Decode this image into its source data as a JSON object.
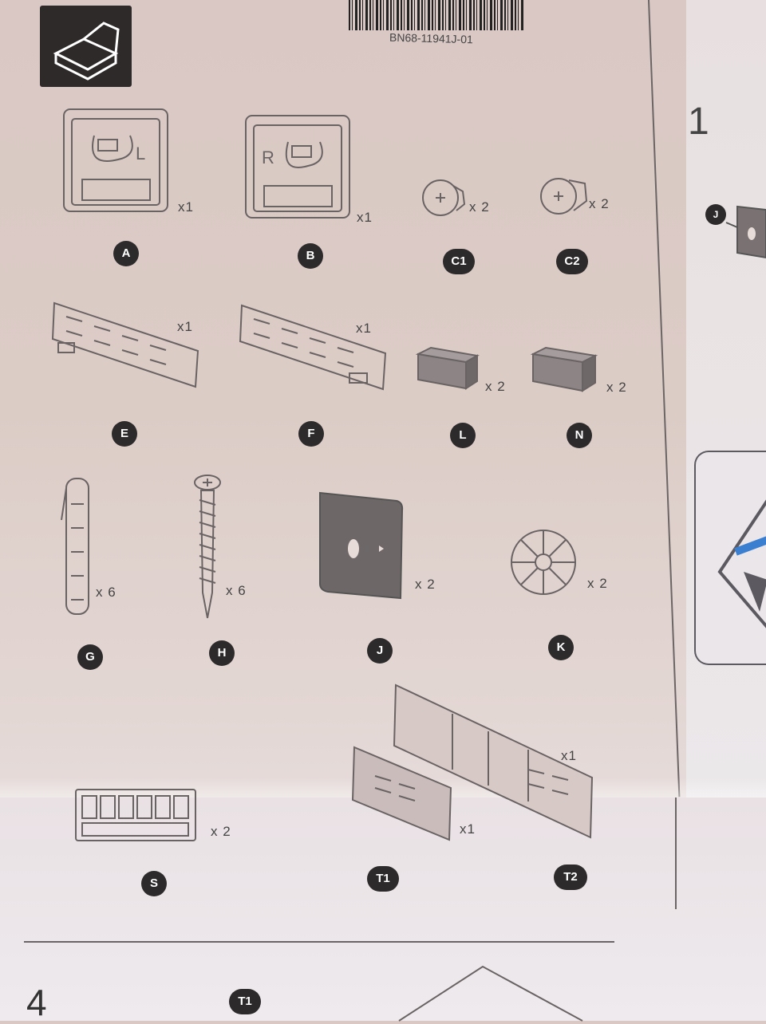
{
  "header": {
    "part_code": "BN68-11941J-01"
  },
  "parts": [
    {
      "id": "A",
      "qty": "x1"
    },
    {
      "id": "B",
      "qty": "x1"
    },
    {
      "id": "C1",
      "qty": "x 2"
    },
    {
      "id": "C2",
      "qty": "x 2"
    },
    {
      "id": "E",
      "qty": "x1"
    },
    {
      "id": "F",
      "qty": "x1"
    },
    {
      "id": "L",
      "qty": "x 2"
    },
    {
      "id": "N",
      "qty": "x 2"
    },
    {
      "id": "G",
      "qty": "x 6"
    },
    {
      "id": "H",
      "qty": "x 6"
    },
    {
      "id": "J",
      "qty": "x 2"
    },
    {
      "id": "K",
      "qty": "x 2"
    },
    {
      "id": "S",
      "qty": "x 2"
    },
    {
      "id": "T1",
      "qty": "x1"
    },
    {
      "id": "T2",
      "qty": "x1"
    }
  ],
  "bracket_marks": {
    "left": "L",
    "right": "R"
  },
  "next_page": {
    "step_number": "4",
    "label": "T1"
  },
  "side_panel": {
    "step_number": "1",
    "label": "J"
  }
}
